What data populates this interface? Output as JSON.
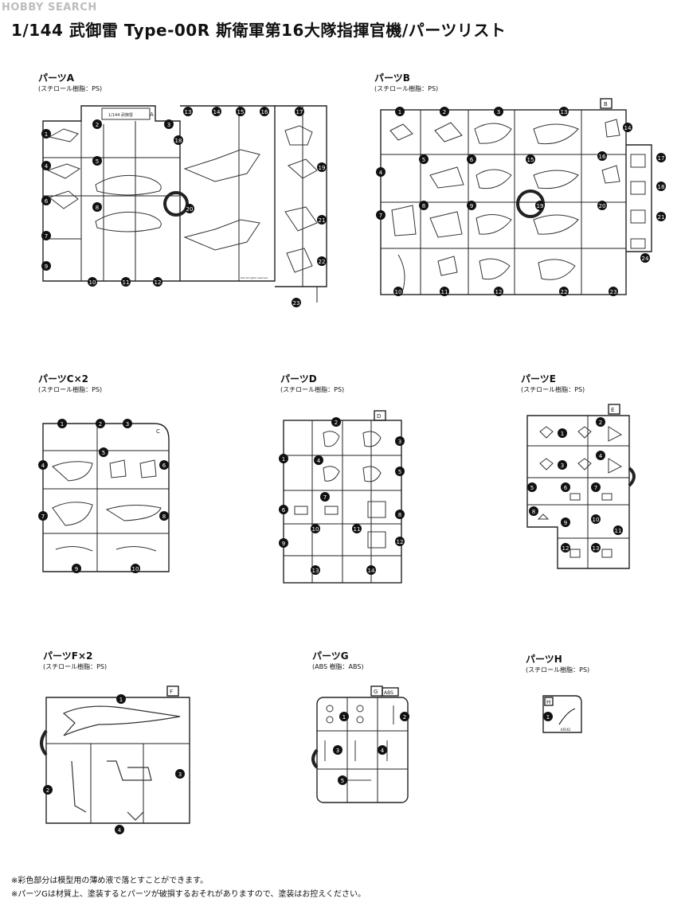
{
  "watermark": "HOBBY SEARCH",
  "title": "1/144 武御雷 Type-00R 斯衛軍第16大隊指揮官機/パーツリスト",
  "parts": {
    "A": {
      "name": "パーツA",
      "material": "(スチロール樹脂：PS)",
      "tag": "A",
      "plate_text": "1/144 武御雷",
      "small_text": "Koti All rights reserved",
      "numbers": [
        "1",
        "2",
        "3",
        "4",
        "5",
        "6",
        "7",
        "8",
        "9",
        "10",
        "11",
        "12",
        "13",
        "14",
        "15",
        "16",
        "17",
        "18",
        "19",
        "20",
        "21",
        "22",
        "23"
      ]
    },
    "B": {
      "name": "パーツB",
      "material": "(スチロール樹脂：PS)",
      "tag": "B",
      "numbers": [
        "1",
        "2",
        "3",
        "4",
        "5",
        "6",
        "7",
        "8",
        "9",
        "10",
        "11",
        "12",
        "13",
        "14",
        "15",
        "16",
        "17",
        "18",
        "19",
        "20",
        "21",
        "22",
        "23",
        "24"
      ]
    },
    "C": {
      "name": "パーツC×2",
      "material": "(スチロール樹脂：PS)",
      "tag": "C",
      "numbers": [
        "1",
        "2",
        "3",
        "4",
        "5",
        "6",
        "7",
        "8",
        "9",
        "10"
      ]
    },
    "D": {
      "name": "パーツD",
      "material": "(スチロール樹脂：PS)",
      "tag": "D",
      "numbers": [
        "1",
        "2",
        "3",
        "4",
        "5",
        "6",
        "7",
        "8",
        "9",
        "10",
        "11",
        "12",
        "13",
        "14"
      ]
    },
    "E": {
      "name": "パーツE",
      "material": "(スチロール樹脂：PS)",
      "tag": "E",
      "numbers": [
        "1",
        "2",
        "3",
        "4",
        "5",
        "6",
        "7",
        "8",
        "9",
        "10",
        "11",
        "12",
        "13"
      ]
    },
    "F": {
      "name": "パーツF×2",
      "material": "(スチロール樹脂：PS)",
      "tag": "F",
      "numbers": [
        "1",
        "2",
        "3",
        "4"
      ]
    },
    "G": {
      "name": "パーツG",
      "material": "(ABS 樹脂：ABS)",
      "tag": "G",
      "tag2": "ABS",
      "numbers": [
        "1",
        "2",
        "3",
        "4",
        "5"
      ]
    },
    "H": {
      "name": "パーツH",
      "material": "(スチロール樹脂：PS)",
      "tag": "H",
      "small_text": "KP261",
      "numbers": [
        "1"
      ]
    }
  },
  "notes": [
    "※彩色部分は模型用の薄め液で落とすことができます。",
    "※パーツGは材質上、塗装するとパーツが破損するおそれがありますので、塗装はお控えください。"
  ]
}
